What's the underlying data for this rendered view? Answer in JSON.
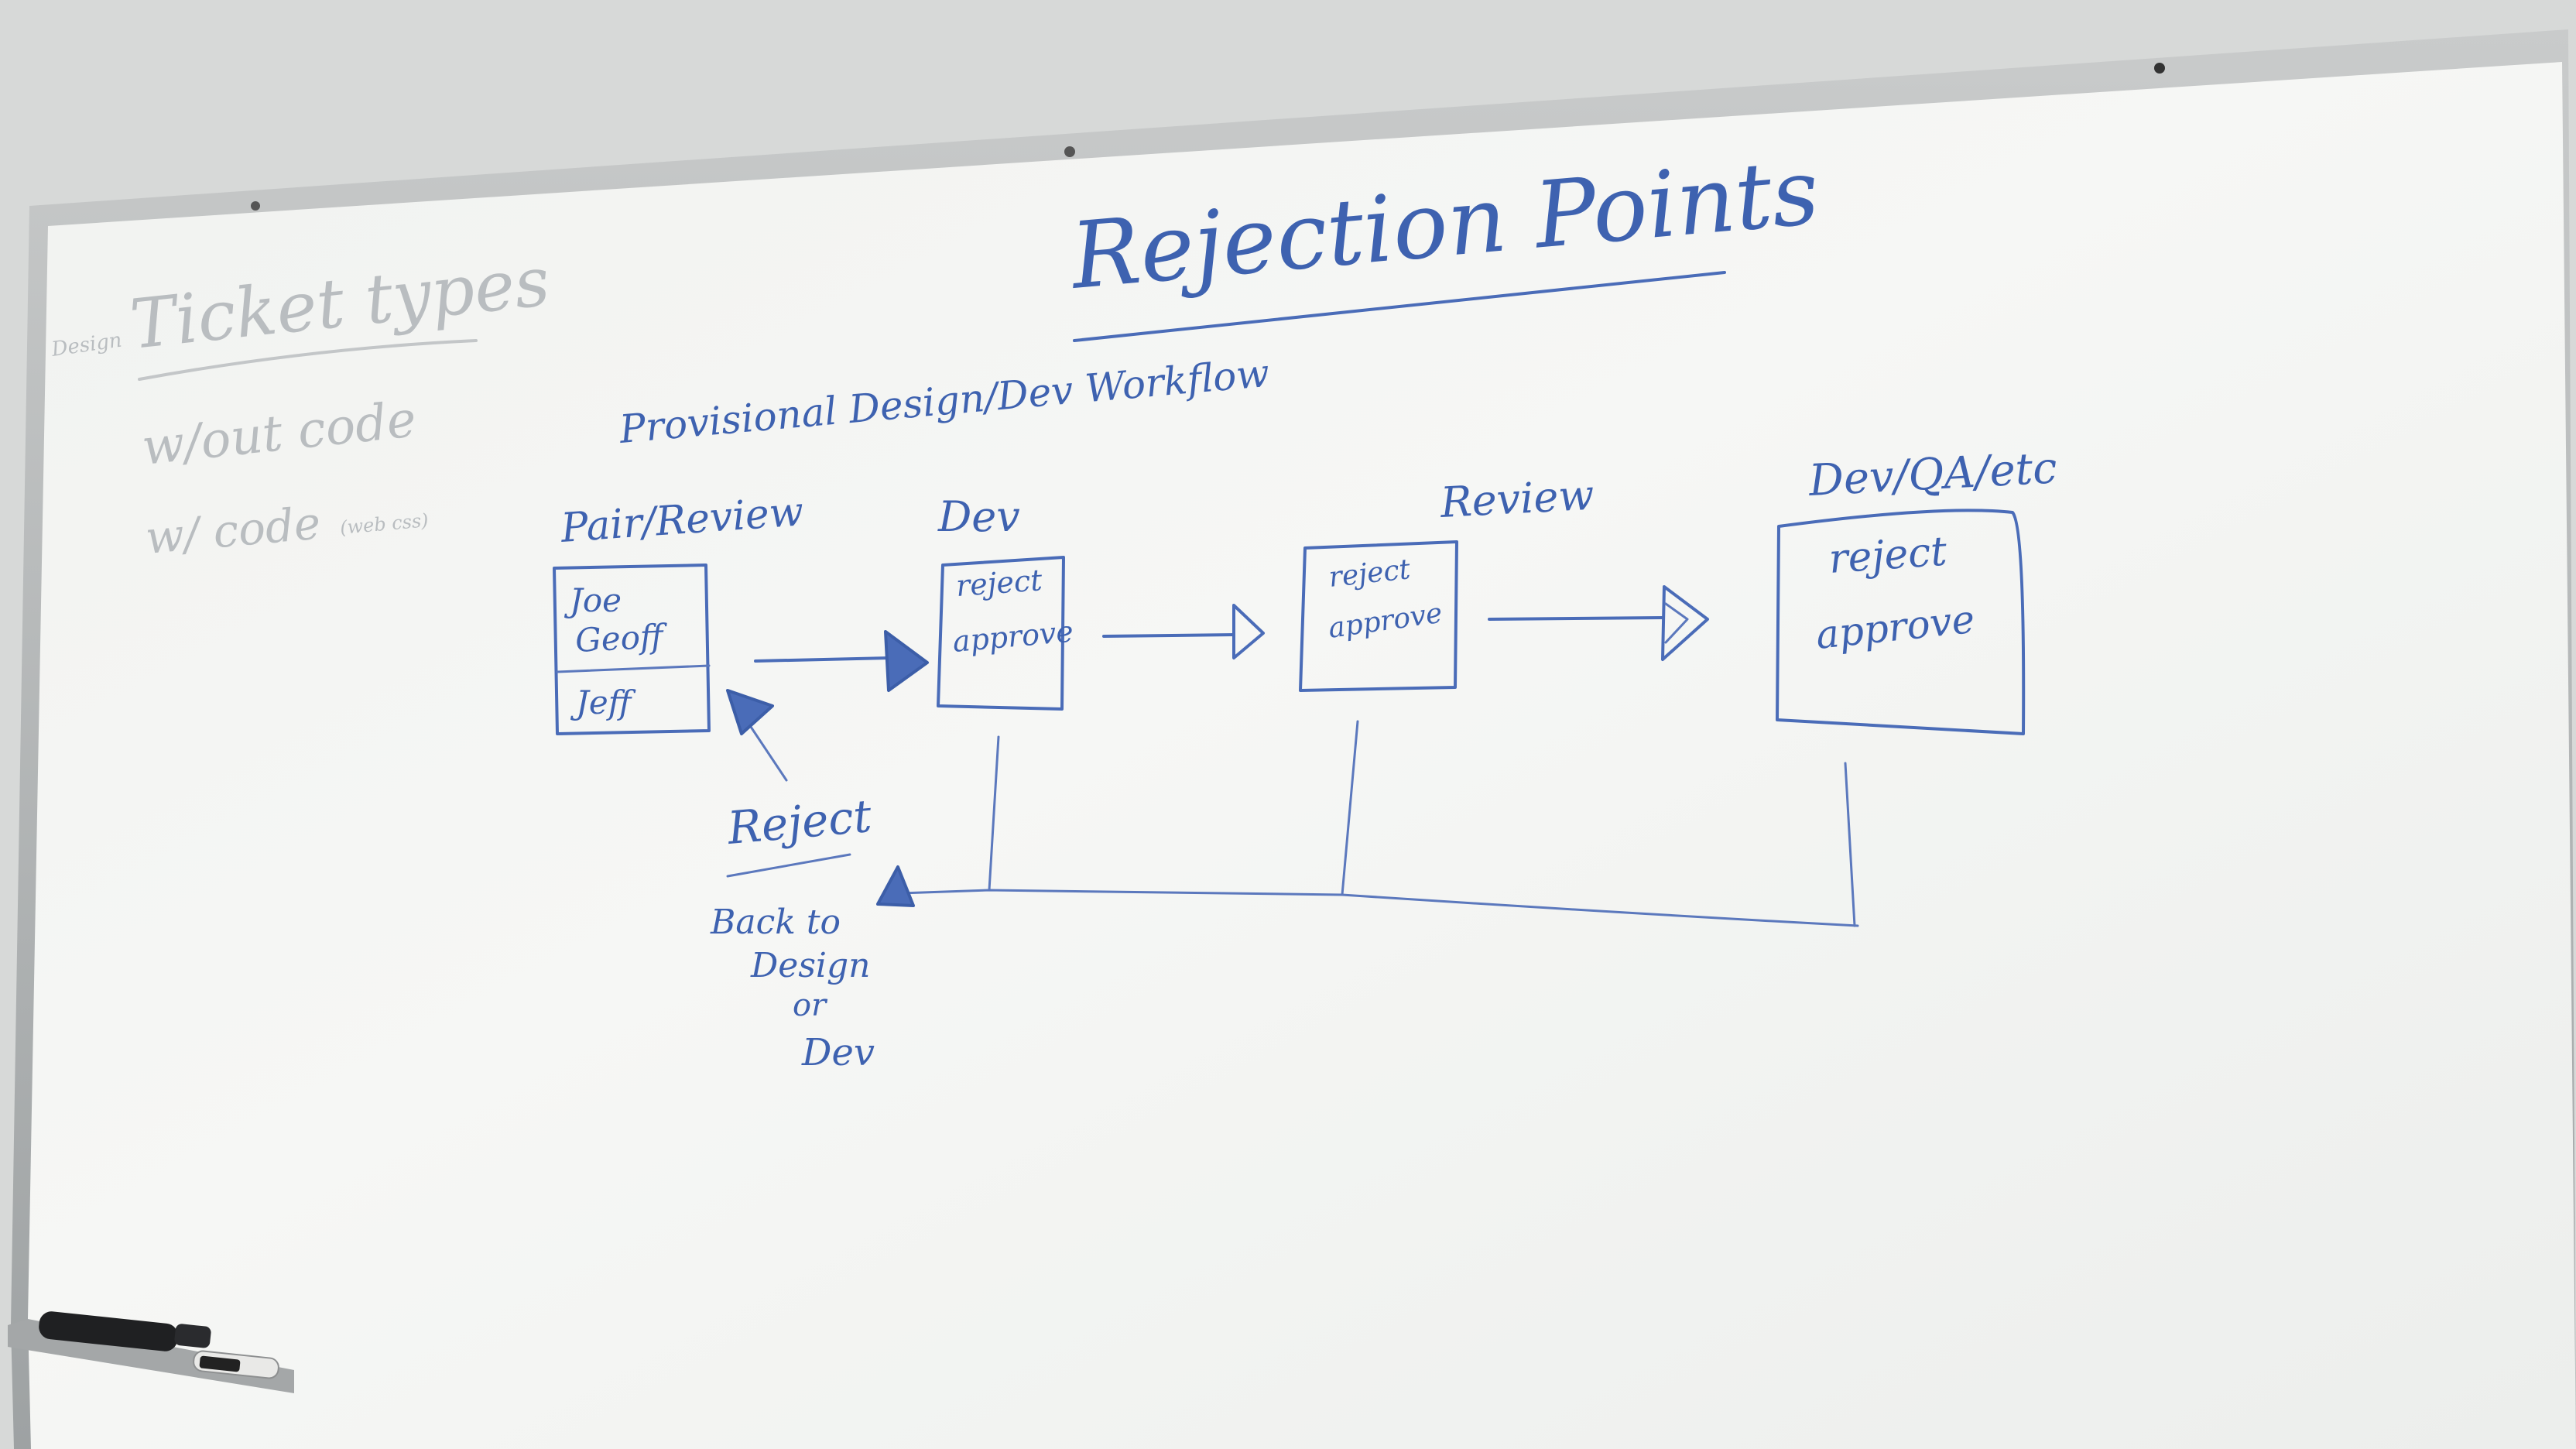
{
  "board": {
    "title": "Rejection Points",
    "subtitle": "Provisional Design/Dev Workflow",
    "faded_notes": {
      "heading_small": "Design",
      "heading": "Ticket types",
      "line1": "w/out code",
      "line2": "w/ code",
      "line2_small": "(web css)"
    },
    "stages": [
      {
        "label": "Pair/Review",
        "names_top": [
          "Joe",
          "Geoff"
        ],
        "names_bottom": "Jeff"
      },
      {
        "label": "Dev",
        "actions": [
          "reject",
          "approve"
        ]
      },
      {
        "label": "Review",
        "actions": [
          "reject",
          "approve"
        ]
      },
      {
        "label": "Dev/QA/etc",
        "actions": [
          "reject",
          "approve"
        ]
      }
    ],
    "reject_note": {
      "title": "Reject",
      "lines": [
        "Back to",
        "Design",
        "or",
        "Dev"
      ]
    }
  },
  "colors": {
    "marker_blue": "#4a6cb8",
    "board_white": "#f4f5f3",
    "frame_aluminium": "#b5b8b8",
    "wall": "#d6d8d7"
  }
}
